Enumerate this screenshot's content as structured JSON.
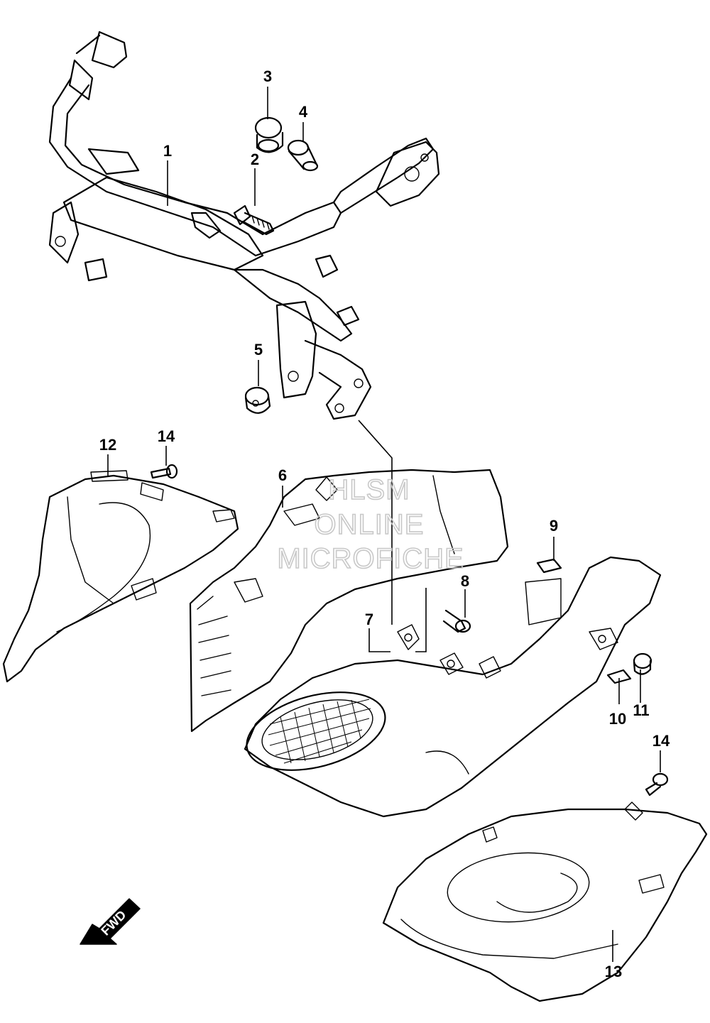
{
  "callouts": [
    {
      "num": "1"
    },
    {
      "num": "2"
    },
    {
      "num": "3"
    },
    {
      "num": "4"
    },
    {
      "num": "5"
    },
    {
      "num": "6"
    },
    {
      "num": "7"
    },
    {
      "num": "8"
    },
    {
      "num": "9"
    },
    {
      "num": "10"
    },
    {
      "num": "11"
    },
    {
      "num": "12"
    },
    {
      "num": "13"
    },
    {
      "num": "14"
    },
    {
      "num": "14"
    }
  ],
  "watermark": {
    "line1": "HLSM",
    "line2": "ONLINE",
    "line3": "MICROFICHE"
  },
  "fwd_label": "FWD",
  "colors": {
    "line": "#000000",
    "watermark": "#c8c8c8",
    "background": "#ffffff"
  }
}
